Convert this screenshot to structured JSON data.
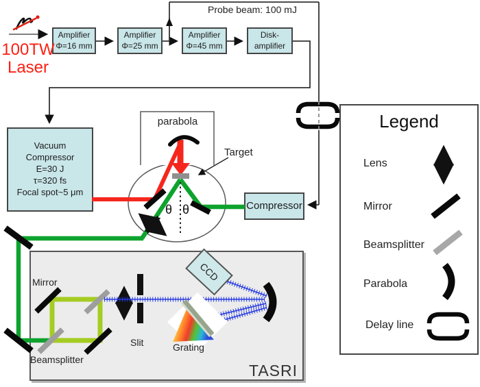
{
  "probe_label": "Probe beam: 100 mJ",
  "laser": {
    "line1": "100TW",
    "line2": "Laser"
  },
  "amplifiers": {
    "a1": {
      "l1": "Amplifier",
      "l2": "Φ=16 mm"
    },
    "a2": {
      "l1": "Amplifier",
      "l2": "Φ=25 mm"
    },
    "a3": {
      "l1": "Amplifier",
      "l2": "Φ=45 mm"
    },
    "disk": {
      "l1": "Disk-",
      "l2": "amplifier"
    }
  },
  "vacuum_compressor": {
    "l1": "Vacuum",
    "l2": "Compressor",
    "l3": "E=30 J",
    "l4": "τ=320 fs",
    "l5": "Focal spot~5 μm"
  },
  "chamber": {
    "parabola": "parabola",
    "target": "Target",
    "theta_left": "θ",
    "theta_right": "θ"
  },
  "compressor_label": "Compressor",
  "legend": {
    "title": "Legend",
    "items": {
      "lens": "Lens",
      "mirror": "Mirror",
      "beamsplitter": "Beamsplitter",
      "parabola": "Parabola",
      "delay": "Delay line"
    }
  },
  "tasri": {
    "title": "TASRI",
    "mirror": "Mirror",
    "beamsplitter": "Beamsplitter",
    "slit": "Slit",
    "grating": "Grating",
    "ccd": "CCD"
  },
  "colors": {
    "laser_red": "#fb2013",
    "beam_red": "#f5271d",
    "beam_green": "#0ea32e",
    "beam_yellow_green": "#a5cc22",
    "beam_blue": "#2539e0",
    "box_fill": "#c9e6e9",
    "tasri_fill": "#ececec",
    "beamsplitter_gray": "#9e9e9e"
  }
}
